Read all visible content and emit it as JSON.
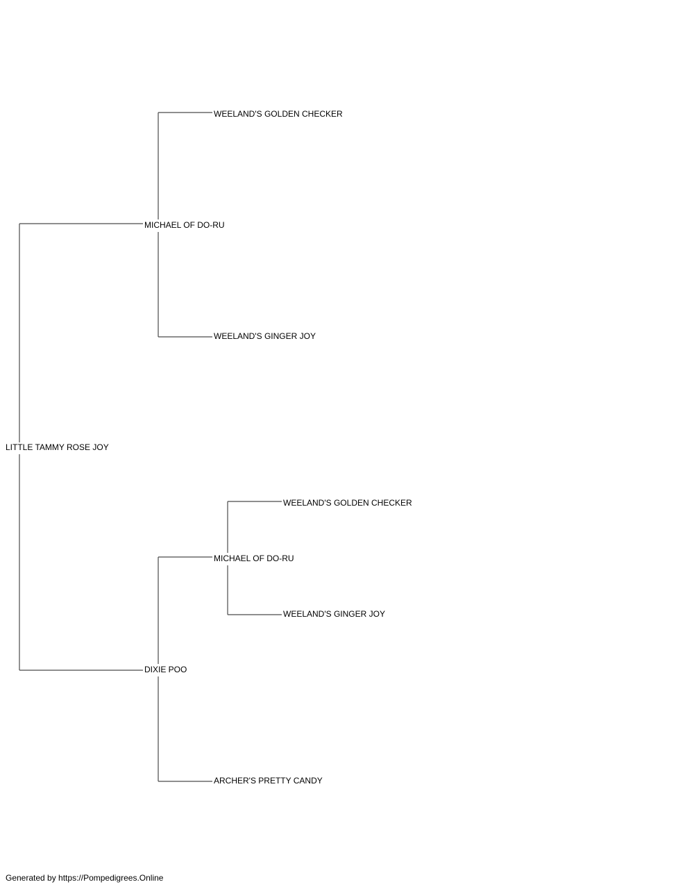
{
  "pedigree": {
    "subject": "LITTLE TAMMY ROSE JOY",
    "sire": {
      "name": "MICHAEL OF DO-RU",
      "sire": {
        "name": "WEELAND'S GOLDEN CHECKER"
      },
      "dam": {
        "name": "WEELAND'S GINGER JOY"
      }
    },
    "dam": {
      "name": "DIXIE POO",
      "sire": {
        "name": "MICHAEL OF DO-RU",
        "sire": {
          "name": "WEELAND'S GOLDEN CHECKER"
        },
        "dam": {
          "name": "WEELAND'S GINGER JOY"
        }
      },
      "dam": {
        "name": "ARCHER'S PRETTY CANDY"
      }
    }
  },
  "footer": {
    "text": "Generated by https://Pompedigrees.Online"
  }
}
